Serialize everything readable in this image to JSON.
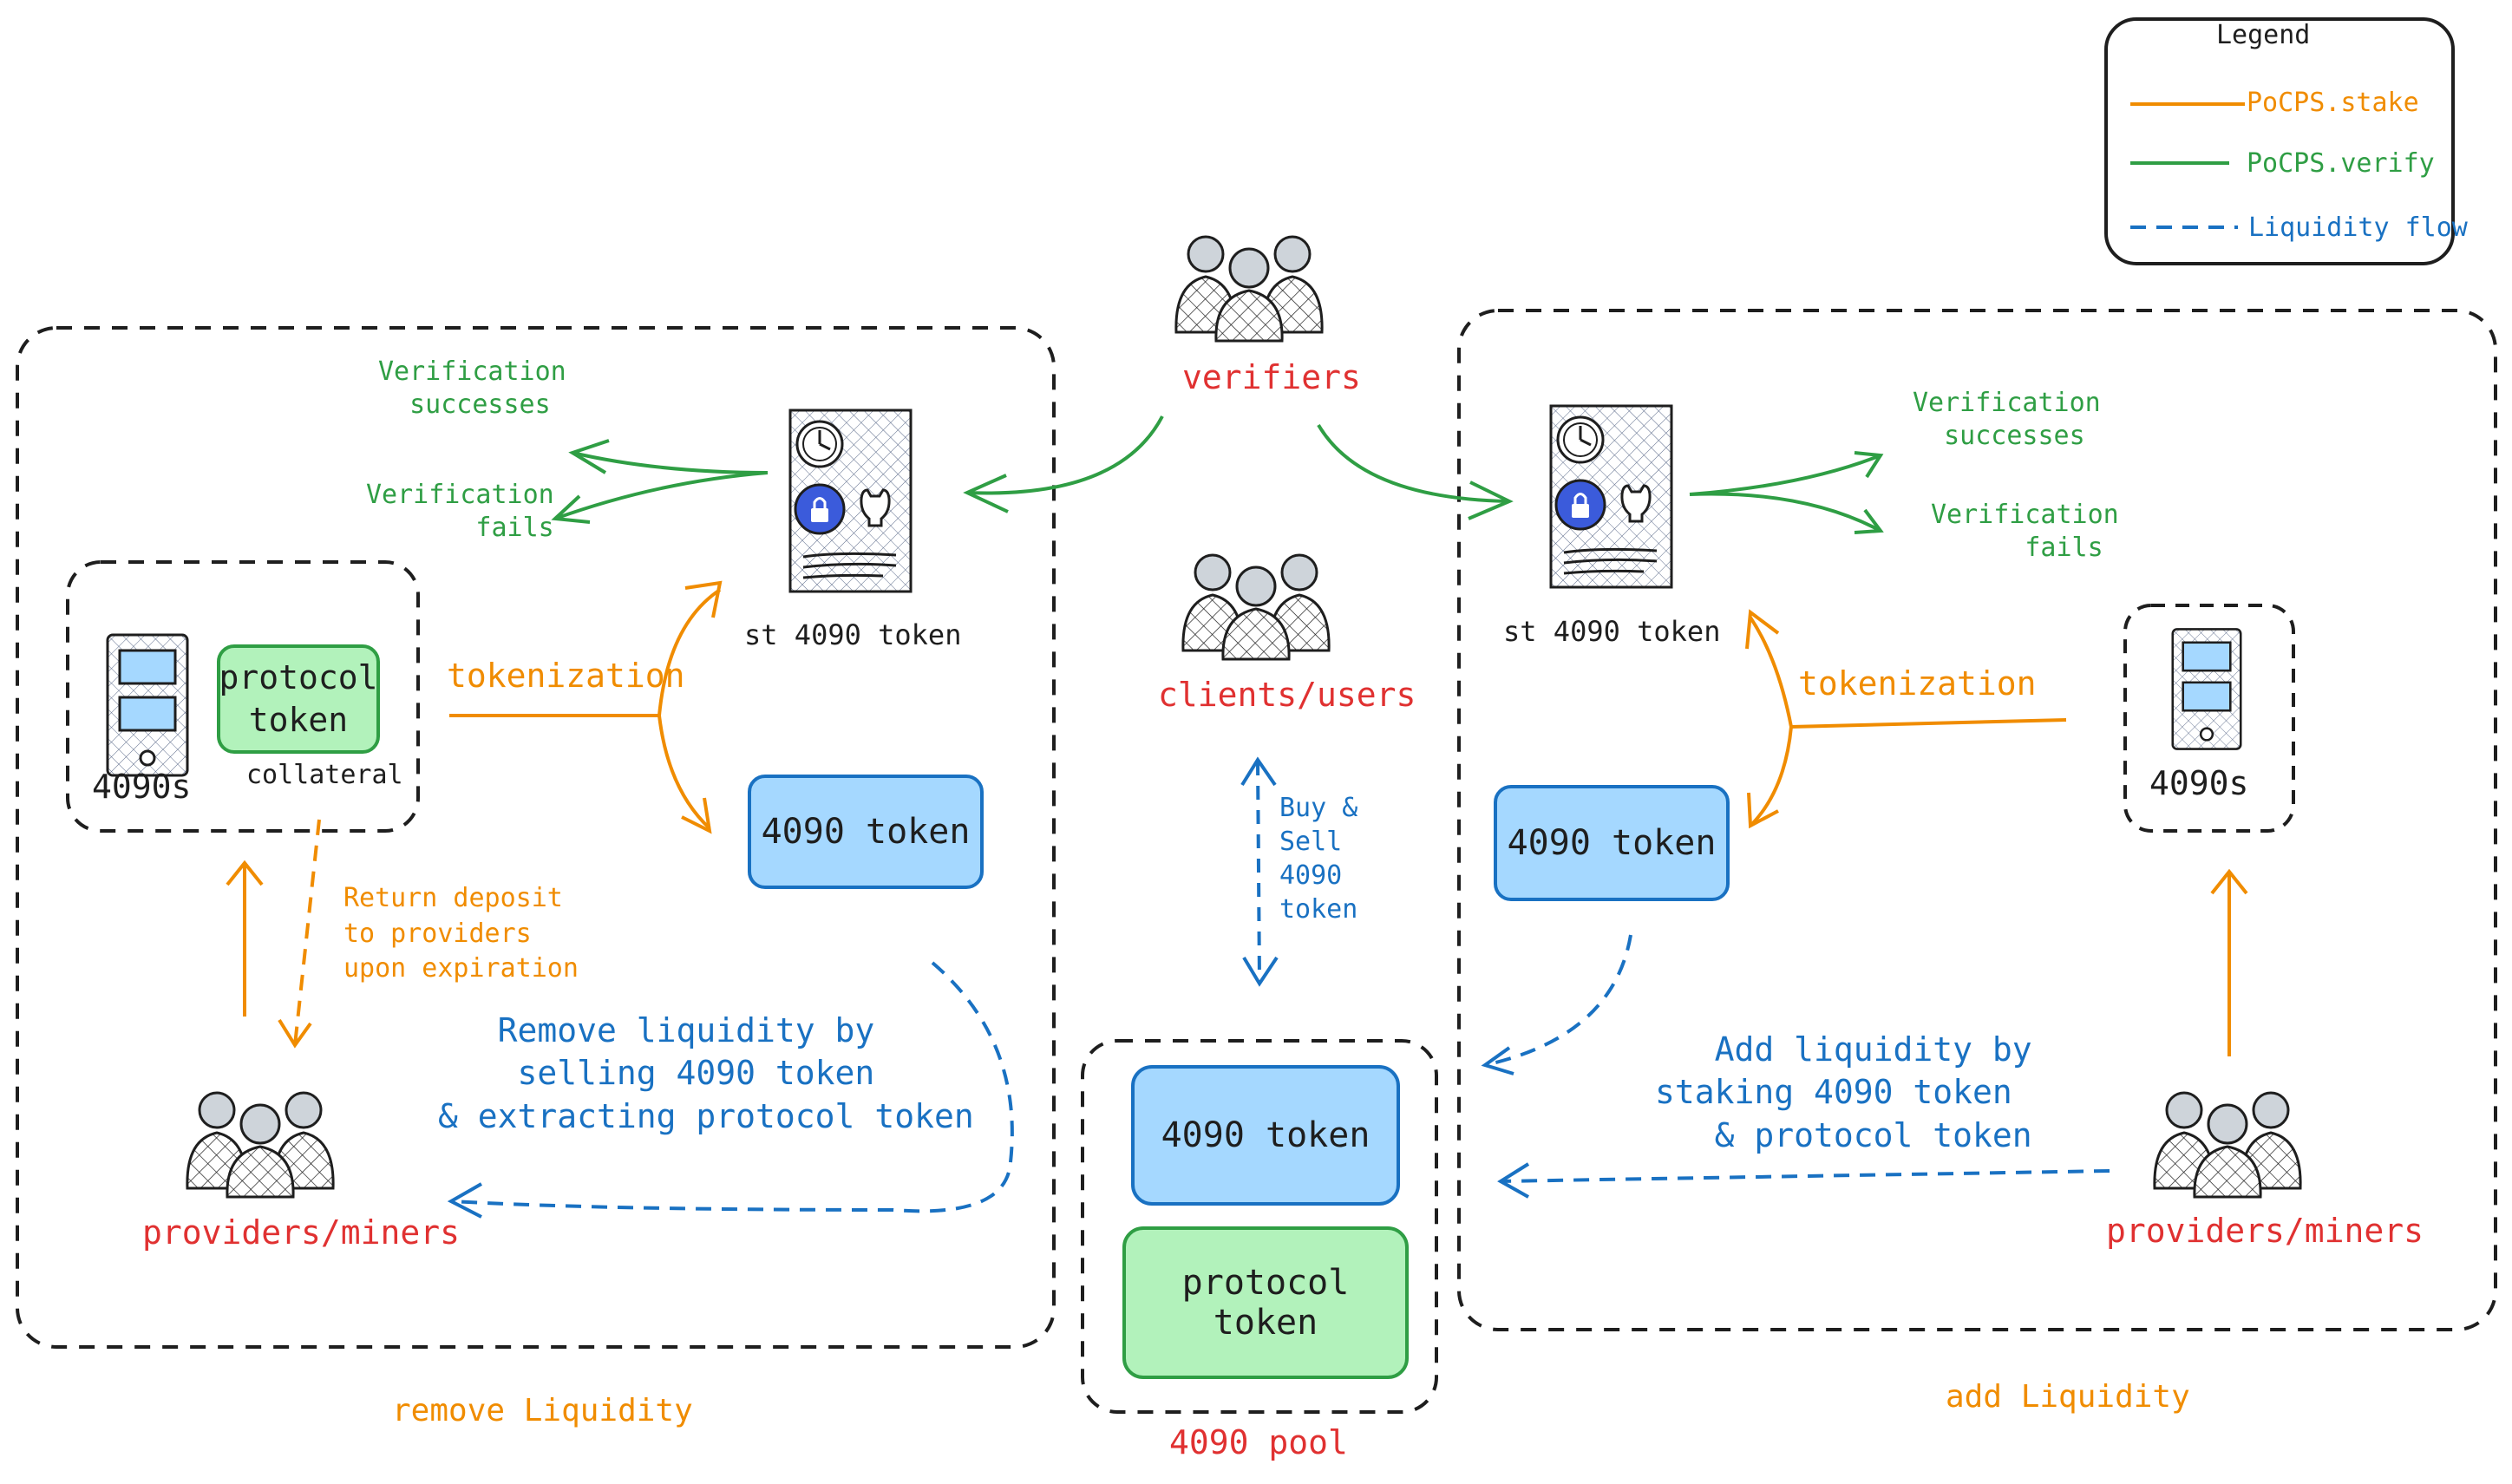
{
  "legend": {
    "title": "Legend",
    "items": [
      {
        "label": "PoCPS.stake",
        "color": "#f08c00",
        "style": "solid"
      },
      {
        "label": "PoCPS.verify",
        "color": "#2f9e44",
        "style": "solid"
      },
      {
        "label": "Liquidity flow",
        "color": "#1971c2",
        "style": "dashed"
      }
    ]
  },
  "center": {
    "verifiers": "verifiers",
    "clients": "clients/users",
    "buy_sell": "Buy &\nSell\n4090\ntoken",
    "pool_token": "4090 token",
    "pool_protocol": "protocol token",
    "pool_label": "4090 pool"
  },
  "left": {
    "verif_success": "Verification\n  successes",
    "verif_fails": "Verification\n       fails",
    "st_token": "st 4090 token",
    "tokenization": "tokenization",
    "protocol_token": "protocol\ntoken",
    "collateral": "collateral",
    "gpus": "4090s",
    "token_4090": "4090 token",
    "return_deposit": "Return deposit\nto providers\nupon expiration",
    "remove_text": "   Remove liquidity by\n    selling 4090 token\n& extracting protocol token",
    "providers": "providers/miners",
    "section_label": "remove Liquidity"
  },
  "right": {
    "verif_success": "Verification\n  successes",
    "verif_fails": "Verification\n      fails",
    "st_token": "st 4090 token",
    "tokenization": "tokenization",
    "token_4090": "4090 token",
    "gpus": "4090s",
    "add_text": "   Add liquidity by\nstaking 4090 token\n   & protocol token",
    "providers": "providers/miners",
    "section_label": "add Liquidity"
  },
  "colors": {
    "stake": "#f08c00",
    "verify": "#2f9e44",
    "liquidity": "#1971c2",
    "entity": "#e03131",
    "token_fill": "#a5d8ff",
    "protocol_fill": "#b2f2bb",
    "verify_badge": "#3b5bdb"
  }
}
